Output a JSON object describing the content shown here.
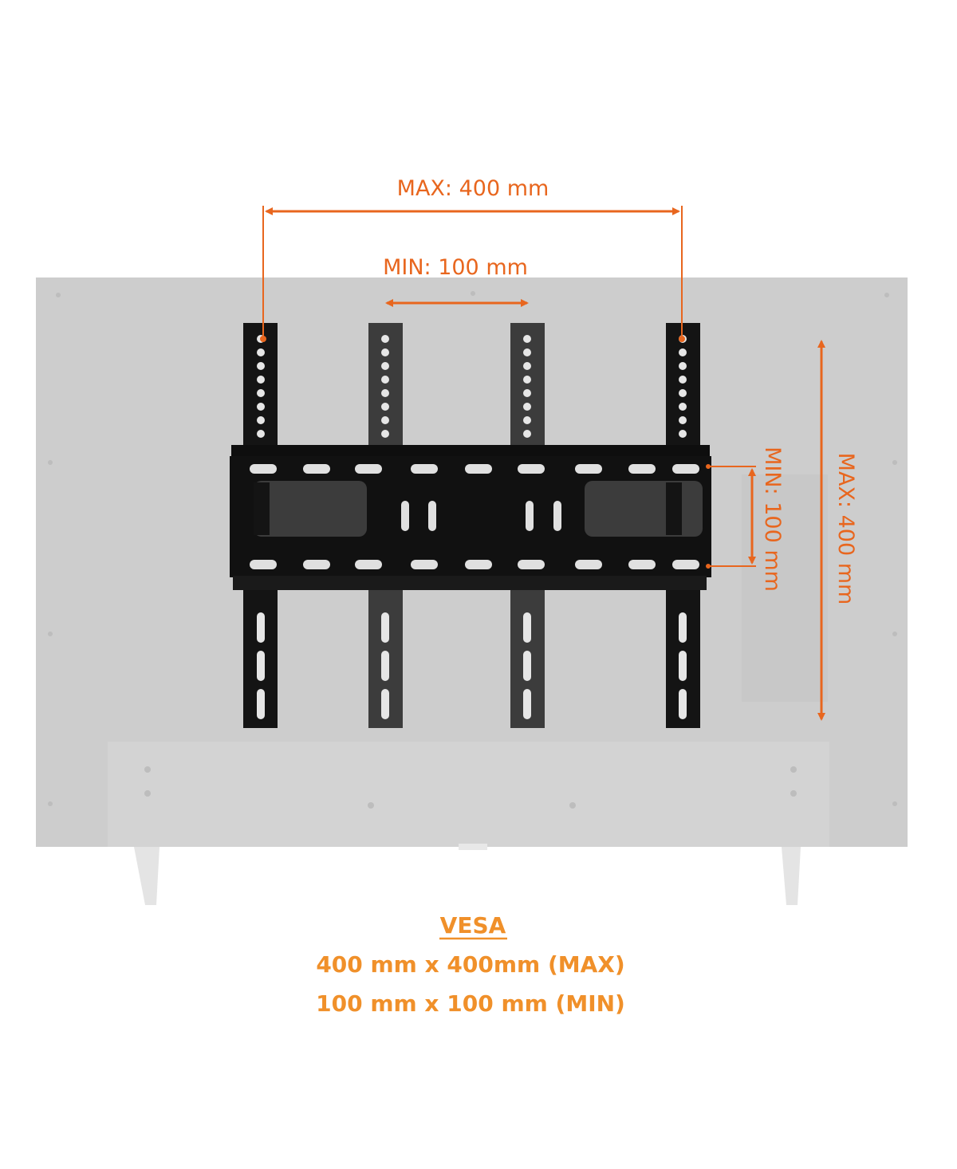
{
  "colors": {
    "dimension": "#E8661E",
    "caption": "#F0902A",
    "tv_panel": "#CDCDCD",
    "bracket": "#121212"
  },
  "dimensions": {
    "horizontal_max": "MAX: 400 mm",
    "horizontal_min": "MIN: 100 mm",
    "vertical_min": "MIN: 100 mm",
    "vertical_max": "MAX: 400 mm"
  },
  "caption": {
    "title": "VESA",
    "max_line": "400 mm x 400mm (MAX)",
    "min_line": "100 mm x 100 mm (MIN)"
  }
}
